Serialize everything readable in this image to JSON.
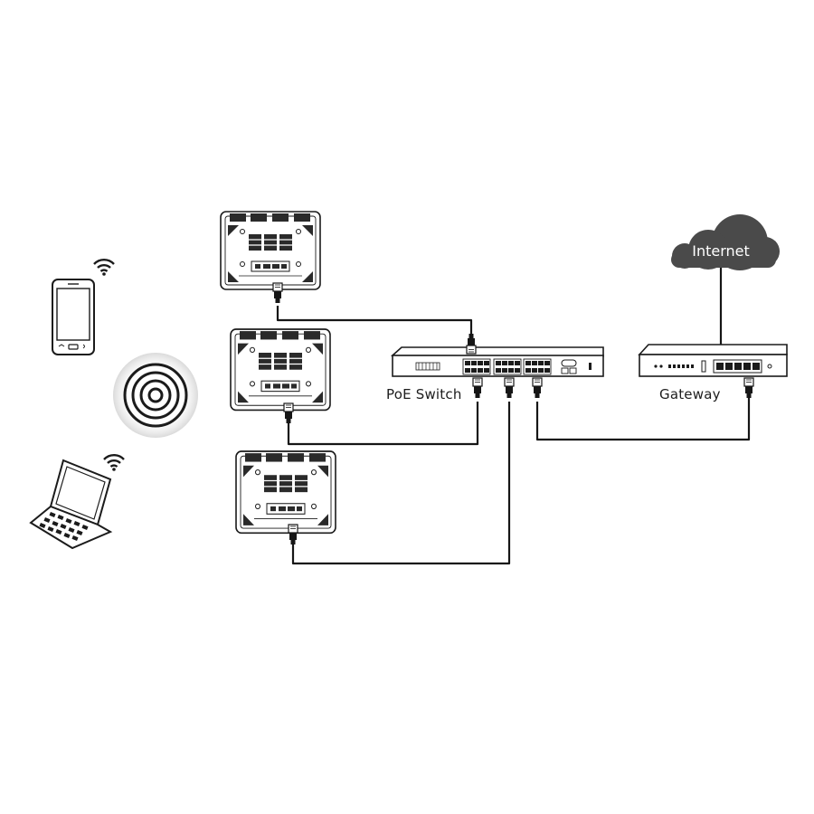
{
  "labels": {
    "internet": "Internet",
    "poe_switch": "PoE Switch",
    "gateway": "Gateway"
  },
  "colors": {
    "stroke": "#1b1b1b",
    "device_fill": "#ffffff",
    "vent": "#2a2a2a",
    "cloud": "#4a4a4a",
    "cable": "#161616"
  },
  "icons": {
    "phone": "smartphone-icon",
    "laptop": "laptop-icon",
    "wifi": "wifi-icon",
    "signal": "signal-waves-icon",
    "access_point": "access-point-icon",
    "switch": "switch-icon",
    "gateway": "router-icon",
    "cloud": "cloud-icon",
    "connector": "rj45-connector-icon"
  }
}
